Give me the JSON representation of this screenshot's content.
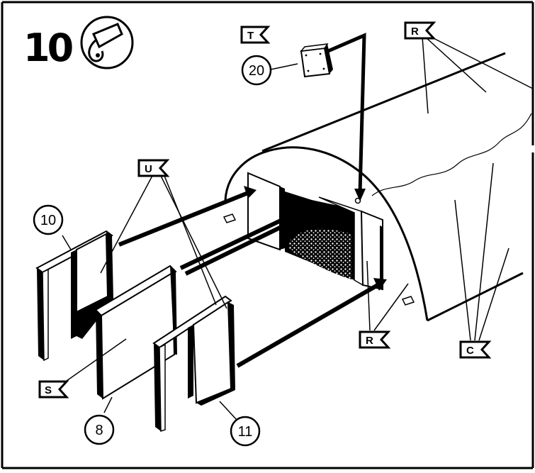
{
  "step": {
    "number": "10",
    "icon": "glue-tube-icon"
  },
  "flags": {
    "t": "T",
    "r_top": "R",
    "u": "U",
    "s": "S",
    "r_bottom": "R",
    "c": "C"
  },
  "parts": {
    "p20": "20",
    "p10": "10",
    "p8": "8",
    "p11": "11"
  },
  "colors": {
    "ink": "#000000",
    "paper": "#ffffff"
  }
}
